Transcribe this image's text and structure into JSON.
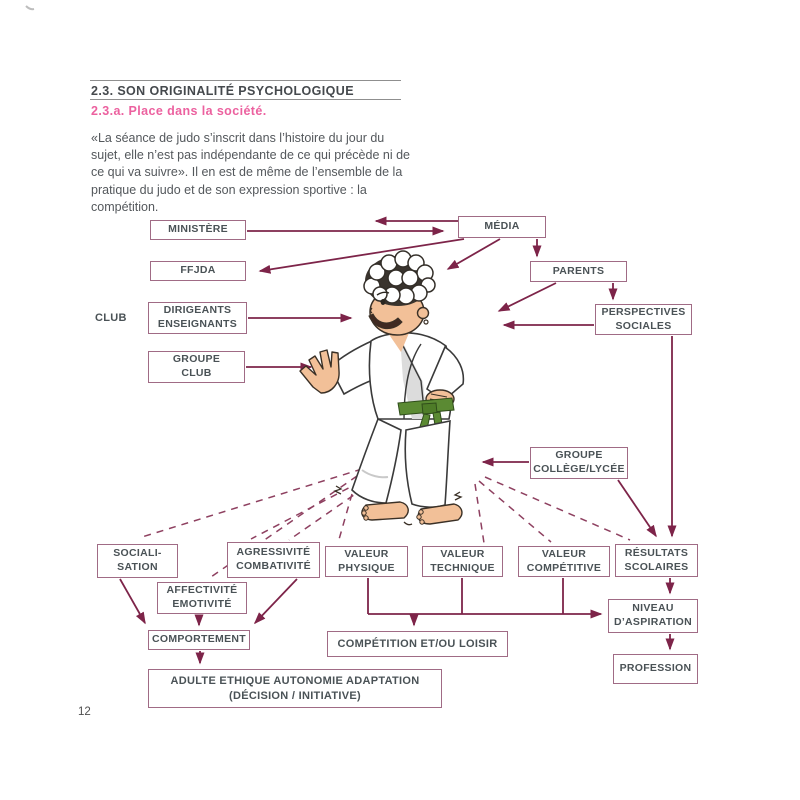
{
  "page": {
    "number": "12"
  },
  "header": {
    "section_title": "2.3. SON ORIGINALITÉ PSYCHOLOGIQUE",
    "subsection_title": "2.3.a. Place dans la société."
  },
  "intro_paragraph": "«La séance de judo s’inscrit dans l’histoire du jour du sujet, elle n’est pas indépendante de ce qui précède ni de ce qui va suivre». Il en est de même de l’ensemble de la pratique du judo et de son expression sportive : la compétition.",
  "diagram": {
    "side_label": "CLUB",
    "illustration": "judoka-cartoon-with-green-belt",
    "boxes": {
      "ministere": "MINISTÈRE",
      "media": "MÉDIA",
      "ffjda": "FFJDA",
      "parents": "PARENTS",
      "dirigeants": "DIRIGEANTS\nENSEIGNANTS",
      "perspectives": "PERSPECTIVES\nSOCIALES",
      "groupe_club": "GROUPE\nCLUB",
      "groupe_college": "GROUPE\nCOLLÈGE/LYCÉE",
      "socialisation": "SOCIALI-\nSATION",
      "agressivite": "AGRESSIVITÉ\nCOMBATIVITÉ",
      "valeur_physique": "VALEUR\nPHYSIQUE",
      "valeur_technique": "VALEUR\nTECHNIQUE",
      "valeur_competitive": "VALEUR\nCOMPÉTITIVE",
      "resultats": "RÉSULTATS\nSCOLAIRES",
      "affectivite": "AFFECTIVITÉ\nEMOTIVITÉ",
      "comportement": "COMPORTEMENT",
      "niveau": "NIVEAU\nD’ASPIRATION",
      "competition_loisir": "COMPÉTITION ET/OU LOISIR",
      "profession": "PROFESSION",
      "adulte": "ADULTE ETHIQUE AUTONOMIE ADAPTATION\n(DÉCISION / INITIATIVE)"
    },
    "colors": {
      "arrow": "#7d2449",
      "dashed_ray": "#8e4060",
      "box_border": "#a06b85",
      "box_text": "#4a5256",
      "subsection_pink": "#ec619f",
      "belt_green": "#5b8a33"
    }
  }
}
